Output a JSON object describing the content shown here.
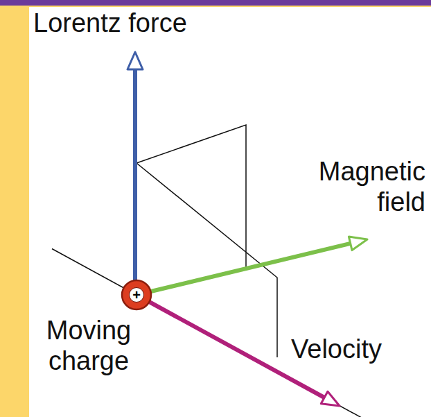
{
  "diagram": {
    "nodes": [
      {
        "text": [
          "+"
        ]
      }
    ],
    "labels": [
      "Lorentz force",
      "Magnetic field",
      "Moving charge",
      "Velocity"
    ]
  }
}
